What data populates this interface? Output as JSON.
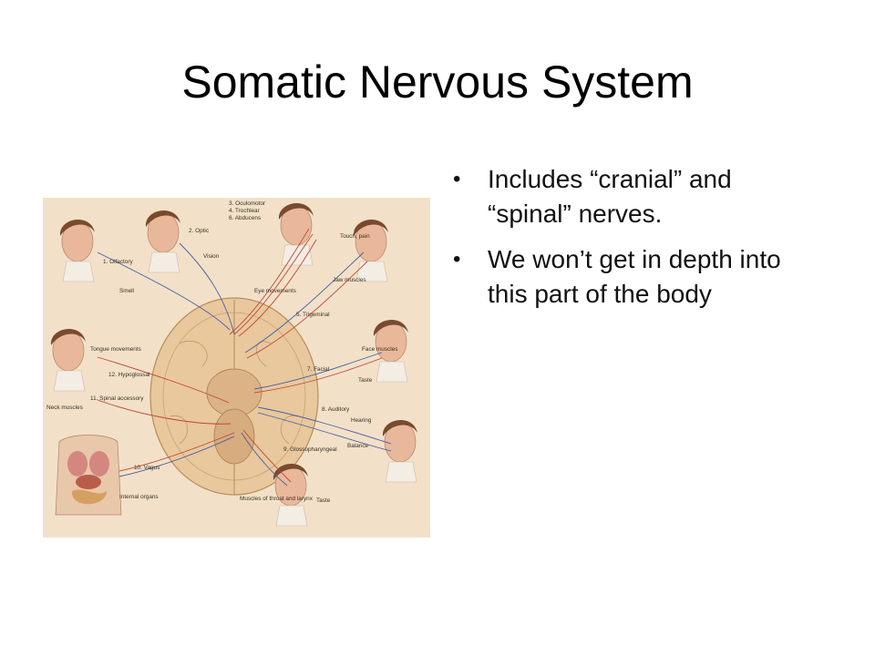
{
  "slide": {
    "title": "Somatic Nervous System",
    "bullets": [
      "Includes “cranial” and “spinal” nerves.",
      "We won’t get in depth into this part of the body"
    ]
  },
  "figure": {
    "background_color": "#f2e1c8",
    "labels": {
      "olfactory": "1. Olfactory",
      "smell": "Smell",
      "optic": "2. Optic",
      "vision": "Vision",
      "oculomotor": "3. Oculomotor",
      "trochlear": "4. Trochlear",
      "abducens": "6. Abducens",
      "eye_movements": "Eye movements",
      "touch_pain": "Touch, pain",
      "jaw_muscles": "Jaw muscles",
      "trigeminal": "5. Trigeminal",
      "tongue_movements": "Tongue movements",
      "hypoglossal": "12. Hypoglossal",
      "face_muscles": "Face muscles",
      "facial": "7. Facial",
      "taste_upper": "Taste",
      "neck_muscles": "Neck muscles",
      "spinal_accessory": "11. Spinal accessory",
      "auditory": "8. Auditory",
      "hearing": "Hearing",
      "balance": "Balance",
      "glossopharyngeal": "9. Glossopharyngeal",
      "vagus": "10. Vagus",
      "internal_organs": "Internal organs",
      "muscles_throat": "Muscles of throat and larynx",
      "taste_lower": "Taste"
    }
  }
}
